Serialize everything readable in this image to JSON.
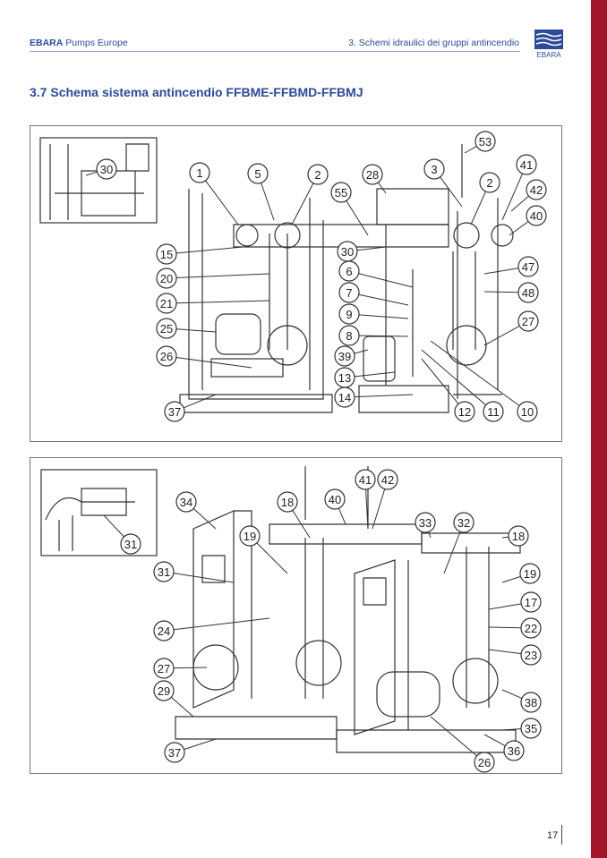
{
  "header": {
    "brand_bold": "EBARA",
    "brand_rest": " Pumps Europe",
    "section": "3.  Schemi idraulici dei gruppi antincendio",
    "logo_text": "EBARA"
  },
  "title": "3.7  Schema sistema antincendio FFBME-FFBMD-FFBMJ",
  "figure1": {
    "inset_callouts": [
      "30"
    ],
    "callouts": [
      "1",
      "5",
      "2",
      "28",
      "3",
      "53",
      "41",
      "2",
      "42",
      "40",
      "55",
      "15",
      "30",
      "20",
      "6",
      "47",
      "7",
      "48",
      "21",
      "9",
      "27",
      "8",
      "25",
      "39",
      "26",
      "13",
      "14",
      "12",
      "11",
      "10",
      "37"
    ]
  },
  "figure2": {
    "inset_callouts": [
      "31"
    ],
    "callouts": [
      "34",
      "18",
      "41",
      "42",
      "40",
      "33",
      "32",
      "18",
      "19",
      "31",
      "19",
      "17",
      "22",
      "24",
      "23",
      "27",
      "38",
      "29",
      "35",
      "37",
      "36",
      "26"
    ]
  },
  "page_number": "17",
  "colors": {
    "brand_blue": "#2c4a98",
    "side_bar": "#a3162a"
  }
}
